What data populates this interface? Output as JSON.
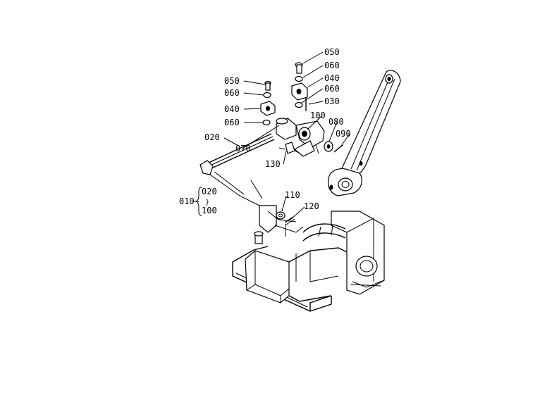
{
  "callouts": {
    "p050a": "050",
    "p060a": "060",
    "p040a": "040",
    "p060b": "060",
    "p030": "030",
    "p050b": "050",
    "p060c": "060",
    "p040b": "040",
    "p060d": "060",
    "p020": "020",
    "p100": "100",
    "p080": "080",
    "p090": "090",
    "p070": "070",
    "p130": "130",
    "p110": "110",
    "p120": "120"
  },
  "assembly": {
    "label": "010",
    "range_start": "020",
    "range_sep": "}",
    "range_end": "100"
  }
}
